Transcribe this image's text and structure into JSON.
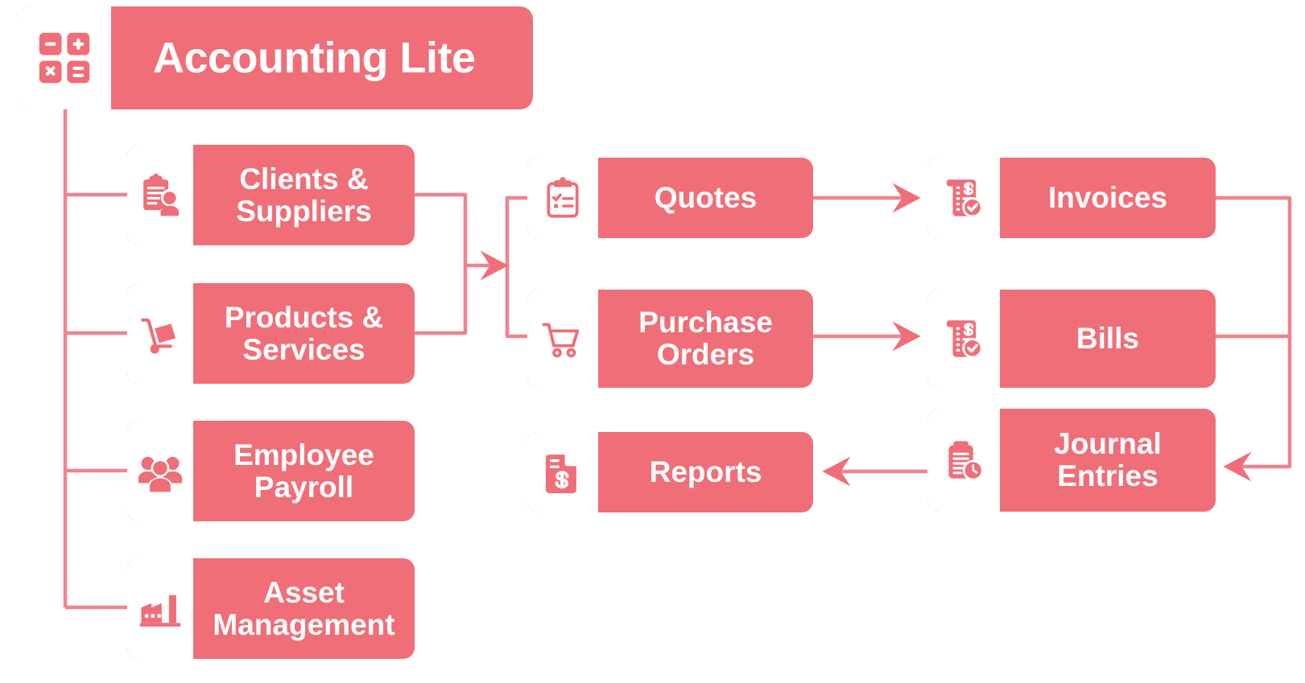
{
  "brand": {
    "title": "Accounting Lite",
    "icon": "calculator-icon",
    "accent_color": "#EF6E78",
    "icon_panel_color": "#FFFFFF",
    "label_color": "#FFFFFF"
  },
  "columns": {
    "left": {
      "name": "core-records",
      "nodes": [
        {
          "id": "clients",
          "label": "Clients &\nSuppliers",
          "icon": "clipboard-person-icon"
        },
        {
          "id": "products",
          "label": "Products &\nServices",
          "icon": "hand-truck-icon"
        },
        {
          "id": "employee",
          "label": "Employee\nPayroll",
          "icon": "people-group-icon"
        },
        {
          "id": "asset",
          "label": "Asset\nManagement",
          "icon": "factory-icon"
        }
      ]
    },
    "middle": {
      "name": "transactions",
      "nodes": [
        {
          "id": "quotes",
          "label": "Quotes",
          "icon": "clipboard-checklist-icon"
        },
        {
          "id": "po",
          "label": "Purchase\nOrders",
          "icon": "shopping-cart-icon"
        },
        {
          "id": "reports",
          "label": "Reports",
          "icon": "document-dollar-icon"
        }
      ]
    },
    "right": {
      "name": "ledger",
      "nodes": [
        {
          "id": "invoices",
          "label": "Invoices",
          "icon": "invoice-check-icon"
        },
        {
          "id": "bills",
          "label": "Bills",
          "icon": "invoice-check-icon"
        },
        {
          "id": "journal",
          "label": "Journal\nEntries",
          "icon": "clipboard-clock-icon"
        }
      ]
    }
  },
  "connections": [
    {
      "from": "brand",
      "to": "clients",
      "style": "tree-branch",
      "arrow": false
    },
    {
      "from": "brand",
      "to": "products",
      "style": "tree-branch",
      "arrow": false
    },
    {
      "from": "brand",
      "to": "employee",
      "style": "tree-branch",
      "arrow": false
    },
    {
      "from": "brand",
      "to": "asset",
      "style": "tree-branch",
      "arrow": false
    },
    {
      "from": "clients",
      "to": "merge-a",
      "style": "merge",
      "arrow": false
    },
    {
      "from": "products",
      "to": "merge-a",
      "style": "merge",
      "arrow": false
    },
    {
      "from": "merge-a",
      "to": "split-b",
      "style": "straight",
      "arrow": true,
      "direction": "right"
    },
    {
      "from": "split-b",
      "to": "quotes",
      "style": "split",
      "arrow": false
    },
    {
      "from": "split-b",
      "to": "po",
      "style": "split",
      "arrow": false
    },
    {
      "from": "quotes",
      "to": "invoices",
      "style": "straight",
      "arrow": true,
      "direction": "right"
    },
    {
      "from": "po",
      "to": "bills",
      "style": "straight",
      "arrow": true,
      "direction": "right"
    },
    {
      "from": "invoices",
      "to": "journal",
      "style": "elbow-right",
      "arrow": true,
      "direction": "left"
    },
    {
      "from": "bills",
      "to": "journal",
      "style": "elbow-right",
      "arrow": true,
      "direction": "left"
    },
    {
      "from": "journal",
      "to": "reports",
      "style": "straight",
      "arrow": true,
      "direction": "left"
    }
  ],
  "theme": {
    "accent": "#EF6E78",
    "line": "#F0838C",
    "background": "#FFFFFF",
    "text_on_accent": "#FFFFFF"
  }
}
